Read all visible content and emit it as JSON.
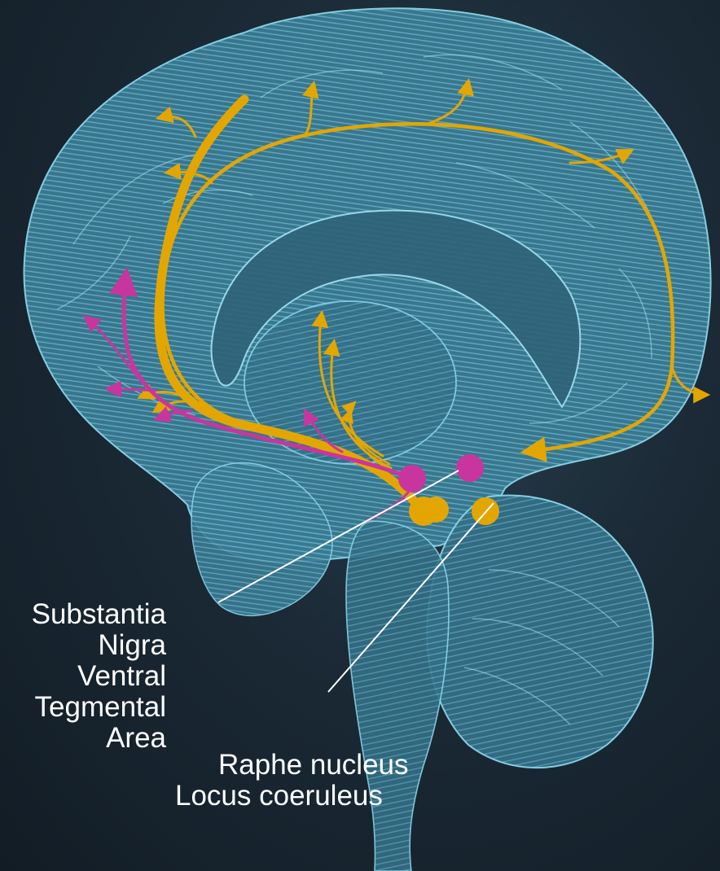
{
  "colors": {
    "background": "#17232e",
    "brain_fill": "#3d7f97",
    "brain_line": "#7fd0e6",
    "noradrenergic": "#e3a600",
    "dopaminergic": "#c9359f",
    "leader_line": "#ffffff"
  },
  "labels": {
    "substantia": "Substantia",
    "nigra": "Nigra",
    "ventral": "Ventral",
    "tegmental": "Tegmental",
    "area": "Area",
    "raphe": "Raphe nucleus",
    "locus": "Locus coeruleus"
  }
}
